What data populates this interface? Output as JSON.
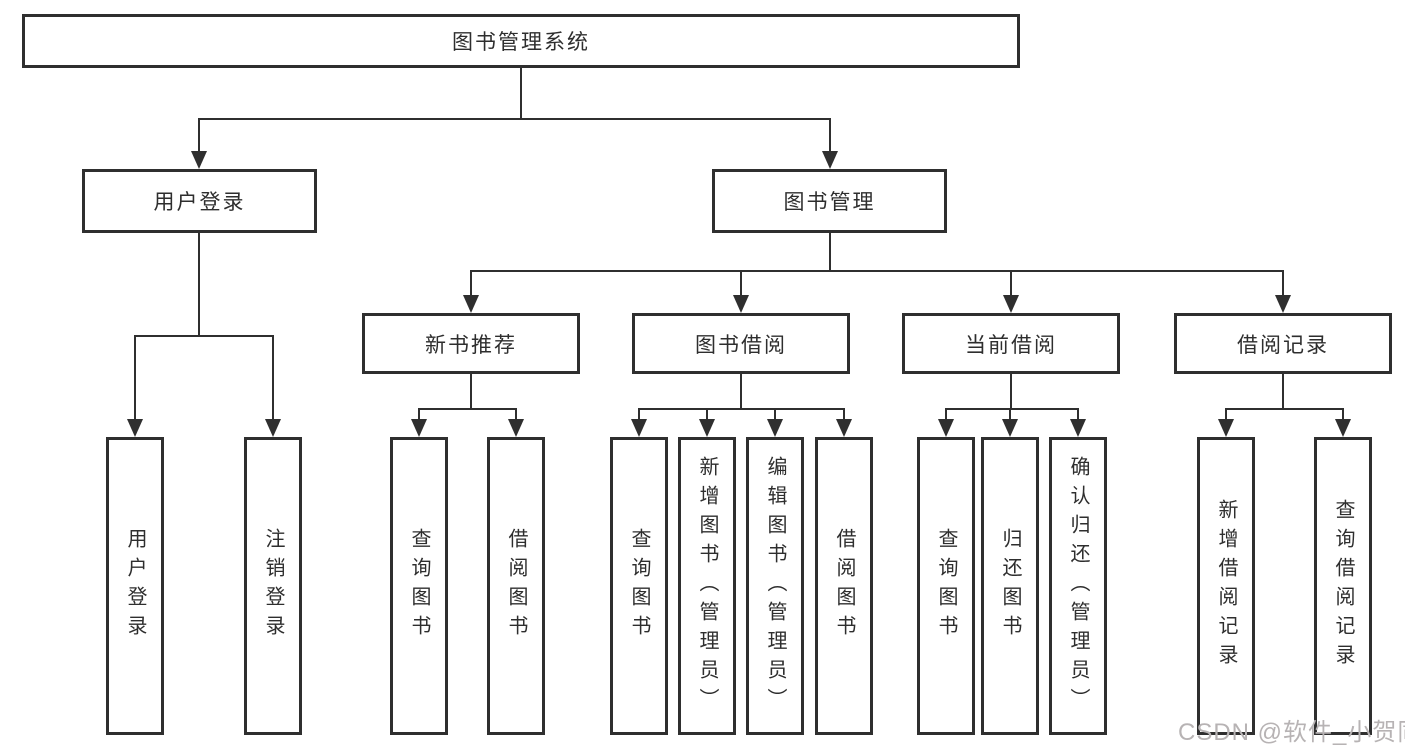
{
  "diagram": {
    "root": {
      "label": "图书管理系统"
    },
    "level2": [
      {
        "label": "用户登录",
        "children": [
          "用户登录",
          "注销登录"
        ]
      },
      {
        "label": "图书管理",
        "children": [
          {
            "label": "新书推荐",
            "children": [
              "查询图书",
              "借阅图书"
            ]
          },
          {
            "label": "图书借阅",
            "children": [
              "查询图书",
              "新增图书（管理员）",
              "编辑图书（管理员）",
              "借阅图书"
            ]
          },
          {
            "label": "当前借阅",
            "children": [
              "查询图书",
              "归还图书",
              "确认归还（管理员）"
            ]
          },
          {
            "label": "借阅记录",
            "children": [
              "新增借阅记录",
              "查询借阅记录"
            ]
          }
        ]
      }
    ]
  },
  "watermark": {
    "text": "CSDN @软件_小贺同学"
  },
  "colors": {
    "line": "#2f2f2f",
    "box_border": "#2f2f2f",
    "box_background": "#ffffff",
    "text": "#2e2e2e",
    "watermark": "#b7b3b4"
  }
}
